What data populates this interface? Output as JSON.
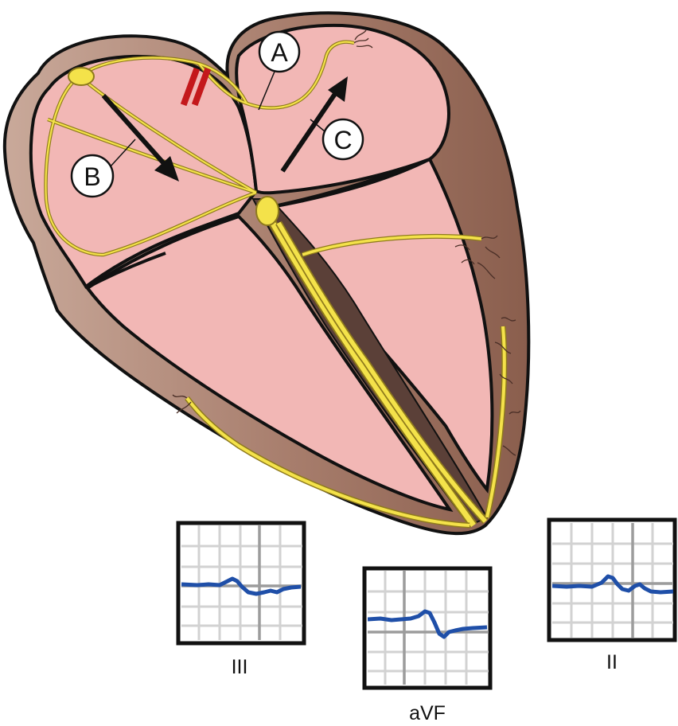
{
  "diagram": {
    "markers": [
      {
        "id": "A",
        "label": "A"
      },
      {
        "id": "B",
        "label": "B"
      },
      {
        "id": "C",
        "label": "C"
      }
    ],
    "ecg_leads": [
      {
        "id": "III",
        "label": "III"
      },
      {
        "id": "aVF",
        "label": "aVF"
      },
      {
        "id": "II",
        "label": "II"
      }
    ],
    "colors": {
      "outer_wall": "#9a6f5f",
      "chamber": "#f2b7b5",
      "conduction": "#f4e24a",
      "conduction_stroke": "#8e7a1c",
      "block_mark": "#c4181b",
      "ecg_trace": "#1f4fa8",
      "ecg_grid": "#d2d2d2",
      "ecg_axis": "#9c9c9c",
      "outline": "#111111"
    }
  }
}
